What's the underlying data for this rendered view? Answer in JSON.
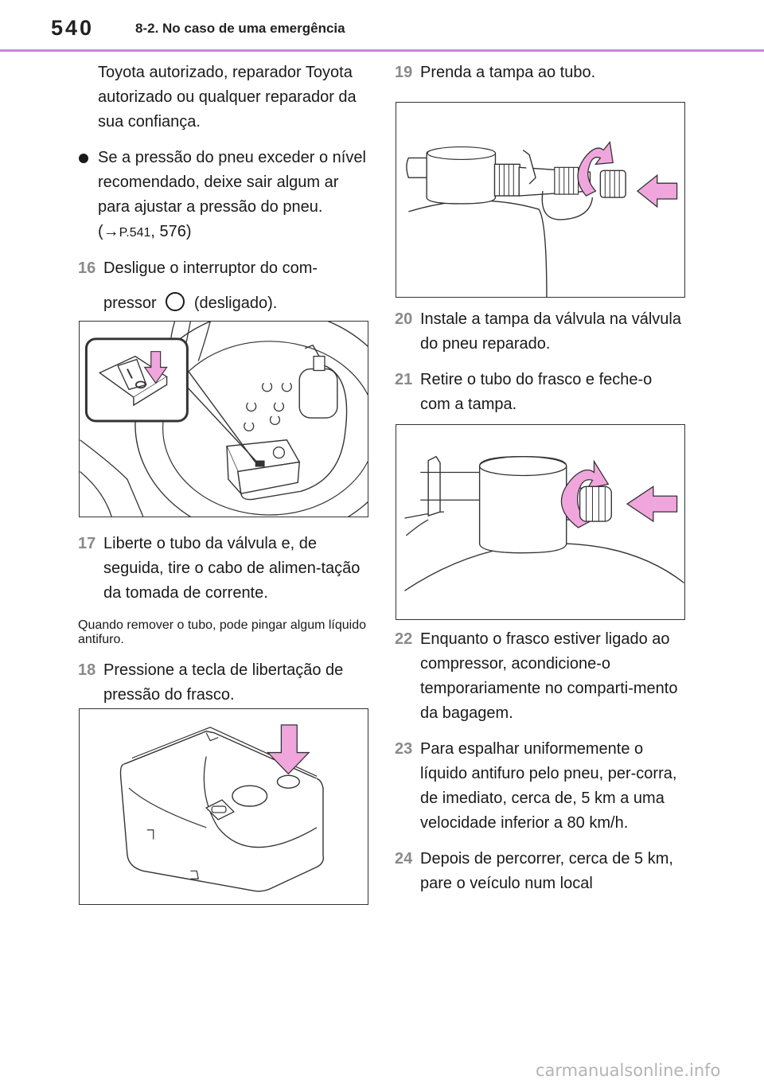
{
  "header": {
    "page_number": "540",
    "section_title": "8-2. No caso de uma emergência",
    "rule_color": "#c688d6"
  },
  "left_column": {
    "continued_text": "Toyota autorizado, reparador Toyota autorizado ou qualquer reparador da sua confiança.",
    "bullet": {
      "text": "Se a pressão do pneu exceder o nível recomendado, deixe sair algum ar para ajustar a pressão do pneu. (",
      "arrow": "→",
      "ref": "P.541",
      "ref_tail": ", 576)"
    },
    "step16": {
      "num": "16",
      "text_a": "Desligue o interruptor do com-",
      "text_b": "pressor",
      "symbol_icon": "off-circle-icon",
      "text_c": "(desligado)."
    },
    "step17": {
      "num": "17",
      "text": "Liberte o tubo da válvula e, de seguida, tire o cabo de alimen-tação da tomada de corrente."
    },
    "note": "Quando remover o tubo, pode pingar algum líquido antifuro.",
    "step18": {
      "num": "18",
      "text": "Pressione a tecla de libertação de pressão do frasco."
    }
  },
  "right_column": {
    "step19": {
      "num": "19",
      "text": "Prenda a tampa ao tubo."
    },
    "step20": {
      "num": "20",
      "text": "Instale a tampa da válvula na válvula do pneu reparado."
    },
    "step21": {
      "num": "21",
      "text": "Retire o tubo do frasco e feche-o com a tampa."
    },
    "step22": {
      "num": "22",
      "text": "Enquanto o frasco estiver ligado ao compressor, acondicione-o temporariamente no comparti-mento da bagagem."
    },
    "step23": {
      "num": "23",
      "text": "Para espalhar uniformemente o líquido antifuro pelo pneu, per-corra, de imediato, cerca de, 5 km a uma velocidade inferior a 80 km/h."
    },
    "step24": {
      "num": "24",
      "text": "Depois de percorrer, cerca de 5 km, pare o veículo num local"
    }
  },
  "illustrations": {
    "accent_color": "#f0a6dc",
    "figure_compressor_switch": "compressor-switch-illustration",
    "figure_pressure_release": "pressure-release-illustration",
    "figure_attach_cap": "attach-cap-illustration",
    "figure_close_bottle": "close-bottle-illustration"
  },
  "footer": {
    "watermark": "carmanualsonline.info"
  }
}
